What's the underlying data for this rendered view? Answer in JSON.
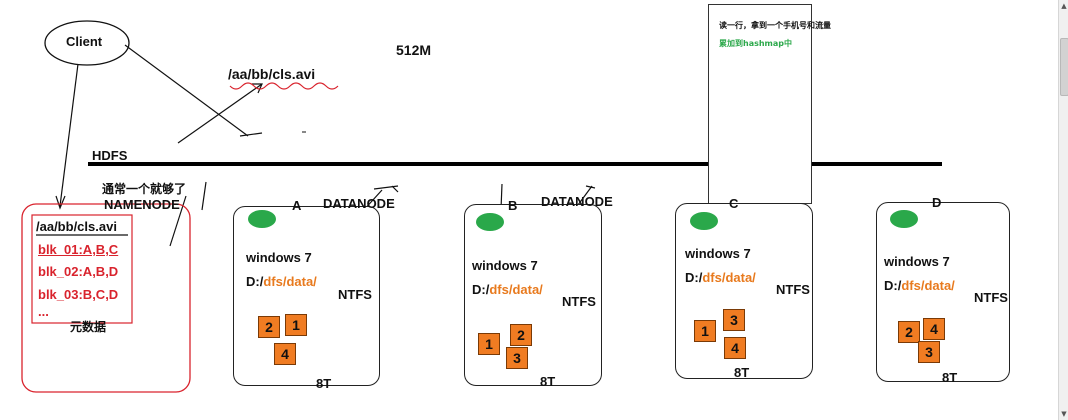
{
  "client": {
    "label": "Client"
  },
  "file": {
    "path": "/aa/bb/cls.avi",
    "block_size": "512M"
  },
  "hdfs": {
    "label": "HDFS"
  },
  "namenode": {
    "note": "通常一个就够了",
    "label": "NAMENODE",
    "metadata": {
      "title": "/aa/bb/cls.avi",
      "blocks": [
        "blk_01:A,B,C",
        "blk_02:A,B,D",
        "blk_03:B,C,D"
      ],
      "more": "...",
      "caption": "元数据"
    }
  },
  "note_card": {
    "line1": "读一行，拿到一个手机号和流量",
    "line2": "累加到hashmap中",
    "accent": "#2ba84a"
  },
  "datanodes": [
    {
      "id": "A",
      "role": "DATANODE",
      "os": "windows 7",
      "drive": "D:/",
      "dir": "dfs/data/",
      "fs": "NTFS",
      "capacity": "8T",
      "blocks": [
        "2",
        "1",
        "4"
      ]
    },
    {
      "id": "B",
      "role": "DATANODE",
      "os": "windows 7",
      "drive": "D:/",
      "dir": "dfs/data/",
      "fs": "NTFS",
      "capacity": "8T",
      "blocks": [
        "2",
        "1",
        "3"
      ]
    },
    {
      "id": "C",
      "os": "windows 7",
      "drive": "D:/",
      "dir": "dfs/data/",
      "fs": "NTFS",
      "capacity": "8T",
      "blocks": [
        "3",
        "1",
        "4"
      ]
    },
    {
      "id": "D",
      "os": "windows 7",
      "drive": "D:/",
      "dir": "dfs/data/",
      "fs": "NTFS",
      "capacity": "8T",
      "blocks": [
        "4",
        "2",
        "3"
      ]
    }
  ],
  "colors": {
    "block": "#f07c22",
    "meta_text": "#d9232d",
    "dir_text": "#e87a1e",
    "disk_dot": "#2aa84a"
  },
  "icons": {
    "scroll_up": "triangle-up-icon",
    "scroll_down": "triangle-down-icon"
  }
}
